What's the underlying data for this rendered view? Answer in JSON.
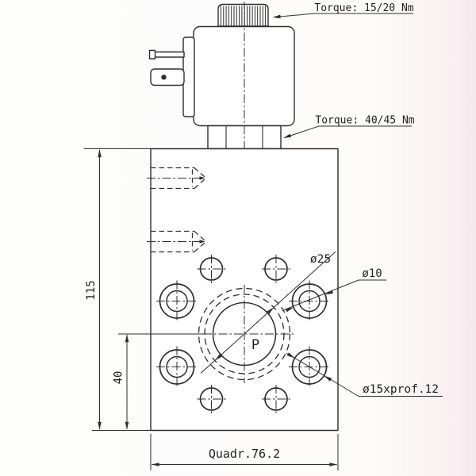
{
  "drawing": {
    "labels": {
      "torque_coil_nut": "Torque: 15/20 Nm",
      "torque_cartridge": "Torque: 40/45 Nm",
      "overall_height": "115",
      "port_center_height": "40",
      "pilot_diameter": "ø25",
      "hole_diameter": "ø10",
      "counterbore_spec": "ø15xprof.12",
      "square_width": "Quadr.76.2",
      "port_letter": "P"
    },
    "colors": {
      "line": "#2e2e2e",
      "background": "#fdfcfb",
      "edge_tint": "#f5e8ed"
    }
  }
}
